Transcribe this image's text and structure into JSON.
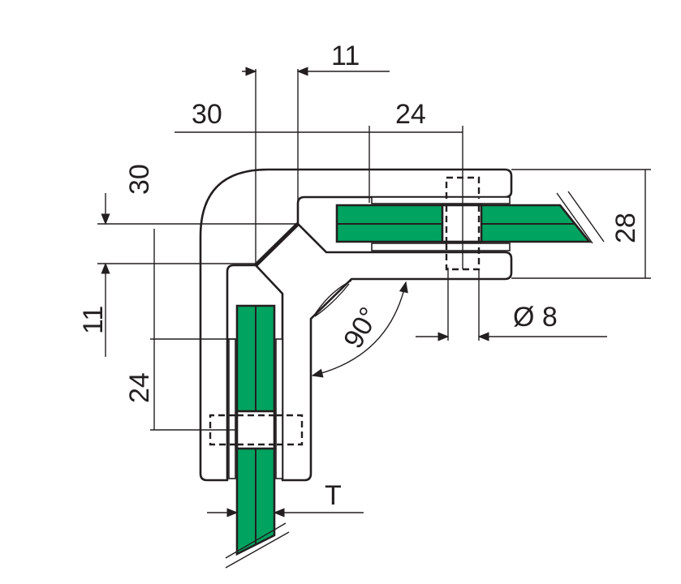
{
  "diagram": {
    "dimensions": {
      "top_gap": "11",
      "top_offset": "30",
      "top_hole": "24",
      "height": "28",
      "left_offset": "30",
      "left_gap": "11",
      "left_hole": "24",
      "hole_diameter": "Ø 8",
      "angle": "90°",
      "thickness": "T"
    },
    "colors": {
      "glass": "#00a35f",
      "line": "#231f20"
    }
  }
}
